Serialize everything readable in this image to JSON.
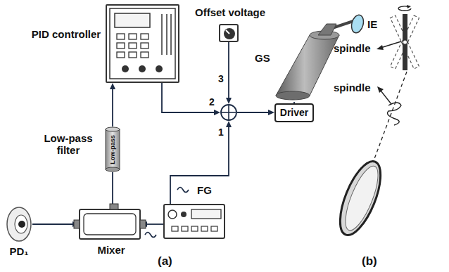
{
  "diagram": {
    "nodes": [
      {
        "text": [
          "PID controller"
        ]
      },
      {
        "text": [
          "Offset voltage"
        ]
      },
      {
        "text": [
          "GS"
        ]
      },
      {
        "text": []
      },
      {
        "text": [
          "Driver"
        ]
      },
      {
        "text": [
          "Low-pass filter",
          "Low-pass"
        ]
      },
      {
        "text": [
          "Mixer"
        ]
      },
      {
        "text": [
          "FG"
        ]
      },
      {
        "text": [
          "PD₁"
        ]
      }
    ],
    "edges": [
      {
        "from": 8,
        "to": 6,
        "arrow": "to"
      },
      {
        "from": 7,
        "to": 6,
        "arrow": "to"
      },
      {
        "from": 6,
        "to": 5,
        "arrow": "none"
      },
      {
        "from": 5,
        "to": 0,
        "arrow": "to"
      },
      {
        "from": 0,
        "to": 3,
        "label": "2",
        "arrow": "to"
      },
      {
        "from": 1,
        "to": 3,
        "label": "3",
        "arrow": "to"
      },
      {
        "from": 7,
        "to": 3,
        "label": "1",
        "arrow": "to"
      },
      {
        "from": 3,
        "to": 4,
        "arrow": "to"
      },
      {
        "from": 4,
        "to": 2,
        "arrow": "none"
      }
    ],
    "labels": [
      "IE",
      "spindle",
      "spindle",
      "(a)",
      "(b)"
    ]
  }
}
